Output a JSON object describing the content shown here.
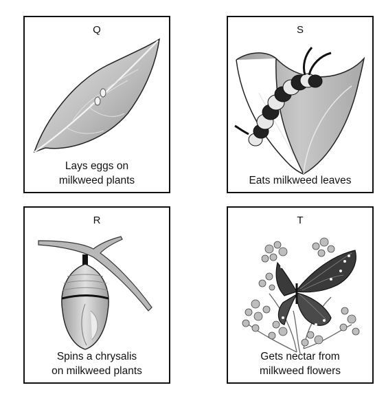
{
  "cards": [
    {
      "letter": "Q",
      "caption_lines": [
        "Lays eggs on",
        "milkweed plants"
      ],
      "icon": "milkweed-leaf-with-eggs"
    },
    {
      "letter": "S",
      "caption_lines": [
        "Eats milkweed leaves"
      ],
      "icon": "caterpillar-on-leaf"
    },
    {
      "letter": "R",
      "caption_lines": [
        "Spins a chrysalis",
        "on milkweed plants"
      ],
      "icon": "chrysalis-on-branch"
    },
    {
      "letter": "T",
      "caption_lines": [
        "Gets nectar from",
        "milkweed flowers"
      ],
      "icon": "butterfly-on-flowers"
    }
  ]
}
